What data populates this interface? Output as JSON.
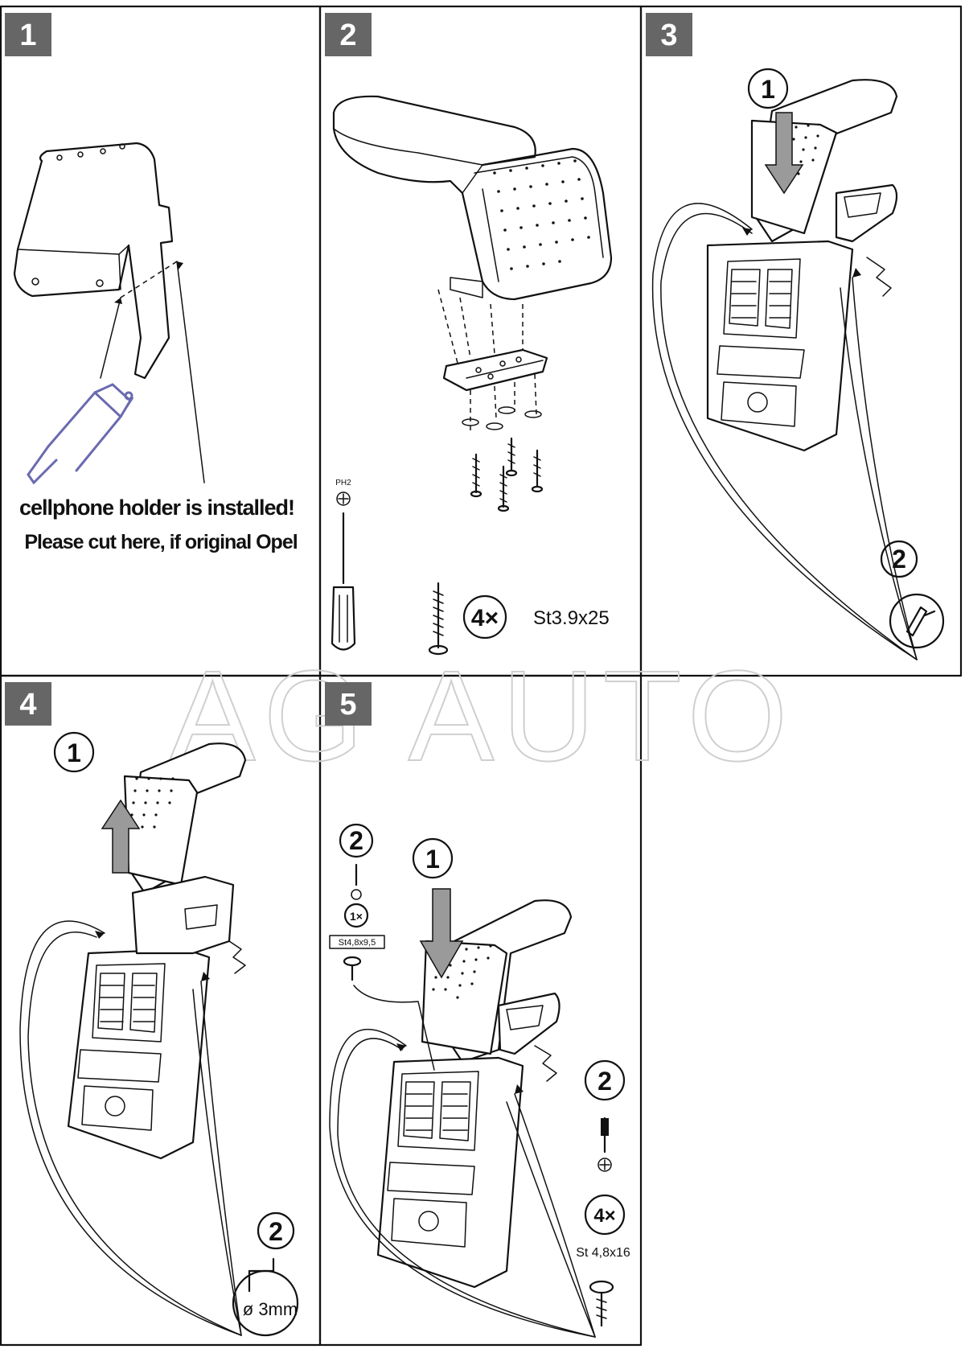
{
  "watermark": "AG AUTO",
  "panels": [
    {
      "step": "1",
      "note_line1": "cellphone holder is installed!",
      "note_line2": "Please cut here, if original Opel"
    },
    {
      "step": "2",
      "tool_label": "PH2",
      "screw_count": "4×",
      "screw_spec": "St3.9x25"
    },
    {
      "step": "3",
      "sub1": "1",
      "sub2": "2"
    },
    {
      "step": "4",
      "sub1": "1",
      "sub2": "2",
      "drill_label": "ø 3mm"
    },
    {
      "step": "5",
      "sub1": "1",
      "sub2_left": "2",
      "screw_count_left": "1×",
      "screw_spec_left": "St4,8x9,5",
      "sub2_right": "2",
      "screw_count_right": "4×",
      "screw_spec_right": "St 4,8x16"
    }
  ],
  "colors": {
    "step_badge": "#666666",
    "hacksaw": "#6a6ab0",
    "arrow_gray": "#9a9a9a"
  }
}
